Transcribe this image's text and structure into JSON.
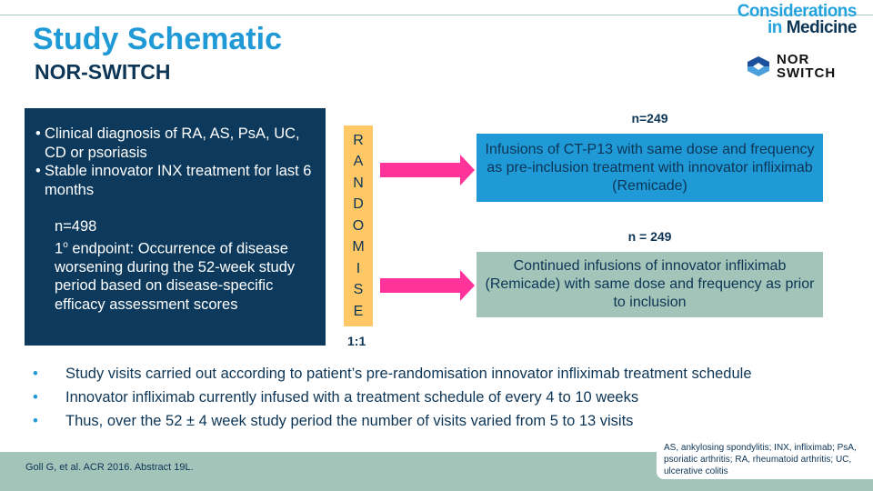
{
  "header": {
    "title": "Study Schematic",
    "subtitle": "NOR-SWITCH",
    "brand_line1": "Considerations",
    "brand_line2_a": "in ",
    "brand_line2_b": "Medicine",
    "logo_line1": "NOR",
    "logo_line2": "SWITCH"
  },
  "left_box": {
    "bullets": [
      "Clinical diagnosis of RA, AS, PsA, UC, CD or psoriasis",
      "Stable innovator INX treatment for last 6 months"
    ],
    "n": "n=498",
    "endpoint_sup": "o",
    "endpoint_prefix": "1",
    "endpoint": " endpoint: Occurrence of disease worsening during the 52-week study period based on disease-specific efficacy assessment scores"
  },
  "randomise": {
    "letters": [
      "R",
      "A",
      "N",
      "D",
      "O",
      "M",
      "I",
      "S",
      "E"
    ],
    "ratio": "1:1"
  },
  "arms": [
    {
      "n": "n=249",
      "text": "Infusions of CT-P13 with same dose and frequency as pre-inclusion treatment with innovator infliximab (Remicade)"
    },
    {
      "n": "n = 249",
      "text": "Continued infusions of innovator infliximab (Remicade) with same dose and frequency as prior to inclusion"
    }
  ],
  "bullets": [
    "Study visits carried out according to patient’s pre-randomisation innovator infliximab treatment schedule",
    "Innovator infliximab currently infused with a treatment schedule of every 4 to 10 weeks",
    "Thus, over the 52 ± 4 week study period the number of visits varied from 5 to 13 visits"
  ],
  "footer": {
    "reference": "Goll G, et al. ACR 2016. Abstract 19L.",
    "abbreviations": "AS, ankylosing spondylitis; INX, infliximab; PsA, psoriatic arthritis; RA, rheumatoid arthritis; UC, ulcerative colitis"
  },
  "colors": {
    "navy": "#0d3a5c",
    "blue": "#1f9ad6",
    "green": "#a3c4b8",
    "yellow": "#fdc865",
    "arrow": "#ff3399"
  }
}
